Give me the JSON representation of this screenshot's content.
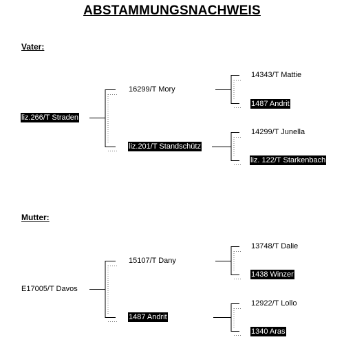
{
  "title": "ABSTAMMUNGSNACHWEIS",
  "colors": {
    "text": "#000000",
    "highlight_bg": "#000000",
    "highlight_text": "#ffffff",
    "line": "#000000",
    "dotted": "#777777"
  },
  "vater": {
    "label": "Vater:",
    "subject": {
      "name": "liz.266/T Straden",
      "highlighted": true
    },
    "father": {
      "name": "16299/T Mory",
      "highlighted": false
    },
    "mother": {
      "name": "liz.201/T Standschütz",
      "highlighted": true
    },
    "father_father": {
      "name": "14343/T Mattie",
      "highlighted": false
    },
    "father_mother": {
      "name": "1487 Andrit",
      "highlighted": true
    },
    "mother_father": {
      "name": "14299/T Junella",
      "highlighted": false
    },
    "mother_mother": {
      "name": "liz. 122/T Starkenbach",
      "highlighted": true
    }
  },
  "mutter": {
    "label": "Mutter:",
    "subject": {
      "name": "E17005/T Davos",
      "highlighted": false
    },
    "father": {
      "name": "15107/T Dany",
      "highlighted": false
    },
    "mother": {
      "name": "1487 Andrit",
      "highlighted": true
    },
    "father_father": {
      "name": "13748/T Dalie",
      "highlighted": false
    },
    "father_mother": {
      "name": "1438 Winzer",
      "highlighted": true
    },
    "mother_father": {
      "name": "12922/T Lollo",
      "highlighted": false
    },
    "mother_mother": {
      "name": "1340 Aras",
      "highlighted": true
    }
  }
}
